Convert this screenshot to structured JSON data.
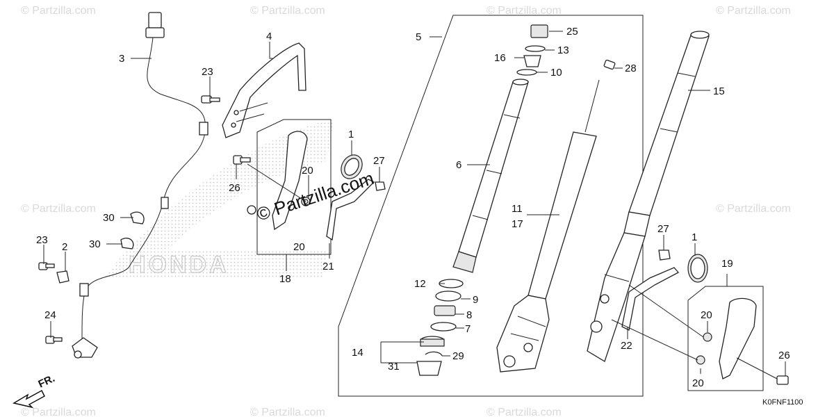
{
  "watermark": "© Partzilla.com",
  "center_watermark": "© Partzilla.com",
  "logo_text": "HONDA",
  "diagram_code": "K0FNF1100",
  "direction_label": "FR.",
  "callouts": {
    "c1a": "1",
    "c1b": "1",
    "c2": "2",
    "c3": "3",
    "c4": "4",
    "c5": "5",
    "c6": "6",
    "c7": "7",
    "c8": "8",
    "c9": "9",
    "c10": "10",
    "c11": "11",
    "c12": "12",
    "c13": "13",
    "c14": "14",
    "c15": "15",
    "c16": "16",
    "c17": "17",
    "c18": "18",
    "c19": "19",
    "c20a": "20",
    "c20b": "20",
    "c20c": "20",
    "c20d": "20",
    "c21": "21",
    "c22": "22",
    "c23a": "23",
    "c23b": "23",
    "c24": "24",
    "c25": "25",
    "c26a": "26",
    "c26b": "26",
    "c27a": "27",
    "c27b": "27",
    "c28": "28",
    "c29": "29",
    "c30a": "30",
    "c30b": "30",
    "c31": "31"
  }
}
